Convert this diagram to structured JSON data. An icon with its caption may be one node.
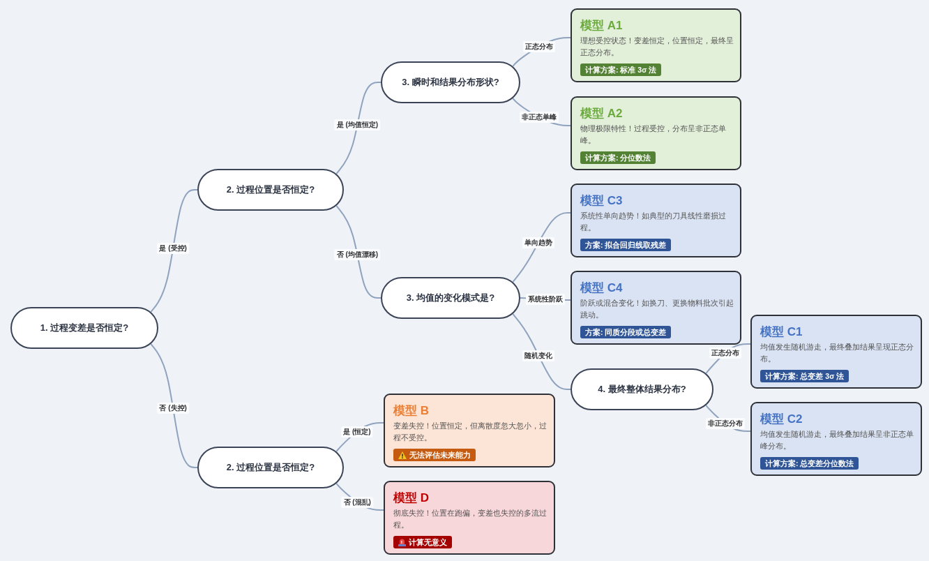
{
  "diagram": {
    "nodes": [
      {
        "text": [
          "1. 过程变差是否恒定?"
        ]
      },
      {
        "text": [
          "2. 过程位置是否恒定?"
        ]
      },
      {
        "text": [
          "3. 瞬时和结果分布形状?"
        ]
      },
      {
        "text": [
          "模型 A1",
          "理想受控状态！变差恒定，位置恒定，最终呈正态分布。",
          "计算方案: 标准 3σ 法"
        ]
      },
      {
        "text": [
          "模型 A2",
          "物理极限特性！过程受控，分布呈非正态单峰。",
          "计算方案: 分位数法"
        ]
      },
      {
        "text": [
          "3. 均值的变化模式是?"
        ]
      },
      {
        "text": [
          "模型 C3",
          "系统性单向趋势！如典型的刀具线性磨损过程。",
          "方案: 拟合回归线取残差"
        ]
      },
      {
        "text": [
          "模型 C4",
          "阶跃或混合变化！如换刀、更换物料批次引起跳动。",
          "方案: 同质分段或总变差"
        ]
      },
      {
        "text": [
          "4. 最终整体结果分布?"
        ]
      },
      {
        "text": [
          "模型 C1",
          "均值发生随机游走，最终叠加结果呈现正态分布。",
          "计算方案: 总变差 3σ 法"
        ]
      },
      {
        "text": [
          "模型 C2",
          "均值发生随机游走，最终叠加结果呈非正态单峰分布。",
          "计算方案: 总变差分位数法"
        ]
      },
      {
        "text": [
          "2. 过程位置是否恒定?"
        ]
      },
      {
        "text": [
          "模型 B",
          "变差失控！位置恒定，但离散度忽大忽小，过程不受控。",
          "无法评估未来能力"
        ]
      },
      {
        "text": [
          "模型 D",
          "彻底失控！位置在跑偏，变差也失控的多流过程。",
          "计算无意义"
        ]
      }
    ],
    "edges": [
      {
        "from": 0,
        "to": 1,
        "arrow": "none",
        "label": "是 (受控)"
      },
      {
        "from": 1,
        "to": 2,
        "arrow": "none",
        "label": "是 (均值恒定)"
      },
      {
        "from": 2,
        "to": 3,
        "arrow": "none",
        "label": "正态分布"
      },
      {
        "from": 2,
        "to": 4,
        "arrow": "none",
        "label": "非正态单峰"
      },
      {
        "from": 1,
        "to": 5,
        "arrow": "none",
        "label": "否 (均值漂移)"
      },
      {
        "from": 5,
        "to": 6,
        "arrow": "none",
        "label": "单向趋势"
      },
      {
        "from": 5,
        "to": 7,
        "arrow": "none",
        "label": "系统性阶跃"
      },
      {
        "from": 5,
        "to": 8,
        "arrow": "none",
        "label": "随机变化"
      },
      {
        "from": 8,
        "to": 9,
        "arrow": "none",
        "label": "正态分布"
      },
      {
        "from": 8,
        "to": 10,
        "arrow": "none",
        "label": "非正态分布"
      },
      {
        "from": 0,
        "to": 11,
        "arrow": "none",
        "label": "否 (失控)"
      },
      {
        "from": 11,
        "to": 12,
        "arrow": "none",
        "label": "是 (恒定)"
      },
      {
        "from": 11,
        "to": 13,
        "arrow": "none",
        "label": "否 (混乱)"
      }
    ]
  }
}
